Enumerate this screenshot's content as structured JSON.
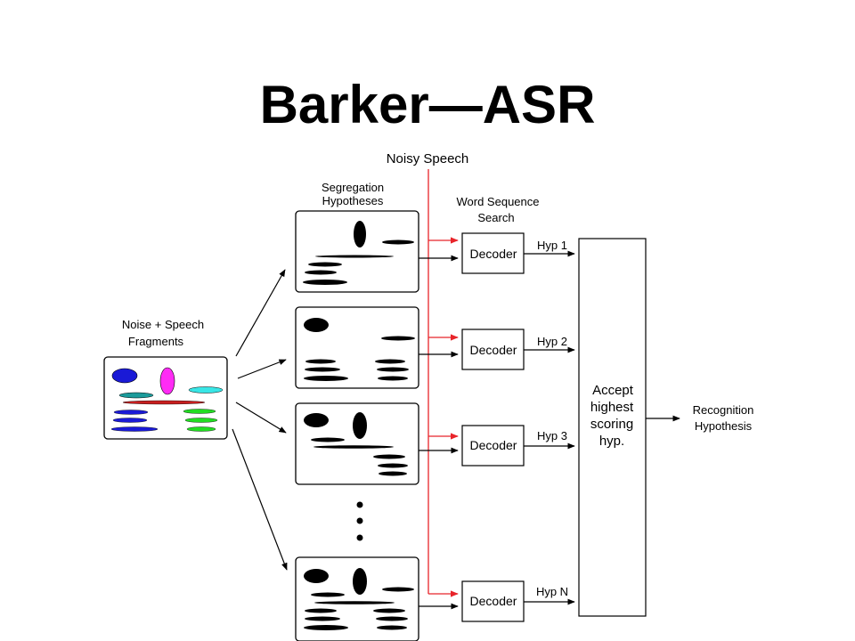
{
  "slide": {
    "title": "Barker—ASR"
  },
  "diagram": {
    "noisy_speech_label": "Noisy Speech",
    "segregation_label_line1": "Segregation",
    "segregation_label_line2": "Hypotheses",
    "word_search_label_line1": "Word Sequence",
    "word_search_label_line2": "Search",
    "fragments_label_line1": "Noise + Speech",
    "fragments_label_line2": "Fragments",
    "decoders": [
      {
        "label": "Decoder",
        "hyp": "Hyp 1"
      },
      {
        "label": "Decoder",
        "hyp": "Hyp 2"
      },
      {
        "label": "Decoder",
        "hyp": "Hyp 3"
      },
      {
        "label": "Decoder",
        "hyp": "Hyp N"
      }
    ],
    "accept_box_lines": [
      "Accept",
      "highest",
      "scoring",
      "hyp."
    ],
    "output_label_line1": "Recognition",
    "output_label_line2": "Hypothesis",
    "colors": {
      "noisy_speech_line": "#e8242a",
      "fragment_blue": "#1a1ad6",
      "fragment_magenta": "#ff2bf5",
      "fragment_teal": "#1b9a9a",
      "fragment_cyan": "#38e6e6",
      "fragment_red": "#c81e1e",
      "fragment_green": "#22dd22"
    }
  }
}
